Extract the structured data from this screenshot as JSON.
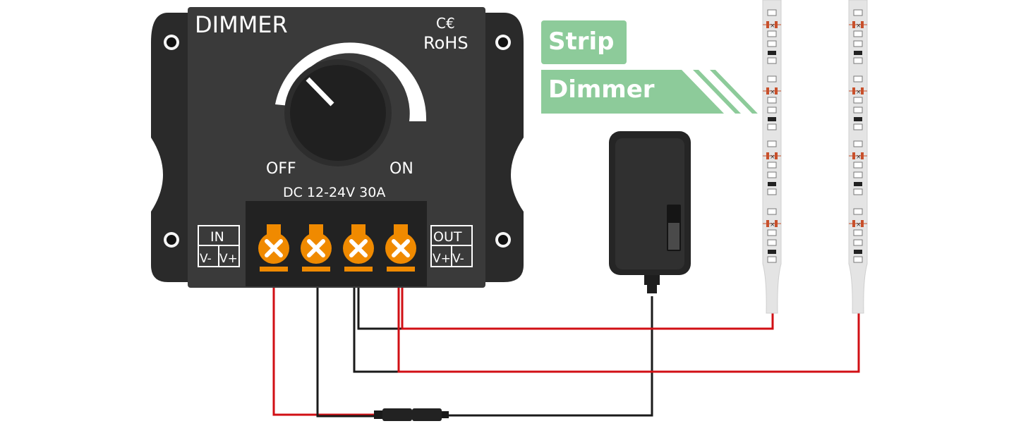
{
  "dimmer": {
    "title": "DIMMER",
    "ce_mark": "C€",
    "rohs": "RoHS",
    "off_label": "OFF",
    "on_label": "ON",
    "rating": "DC 12-24V 30A",
    "input_block": {
      "title": "IN",
      "left": "V-",
      "right": "V+"
    },
    "output_block": {
      "title": "OUT",
      "left": "V+",
      "right": "V-"
    }
  },
  "tags": {
    "first": "Strip",
    "second": "Dimmer"
  },
  "colors": {
    "body": "#2a2a2a",
    "panel": "#3a3a3a",
    "terminal": "#f08a00",
    "tag": "#8dcb9a",
    "wire_red": "#d10f14",
    "wire_black": "#1a1a1a",
    "strip": "#e4e4e4",
    "led_chip": "#c8502b"
  },
  "icons": [
    "mounting-hole-icon",
    "knob-icon",
    "screw-terminal-icon",
    "power-adapter-icon",
    "led-strip-icon",
    "connector-icon"
  ]
}
